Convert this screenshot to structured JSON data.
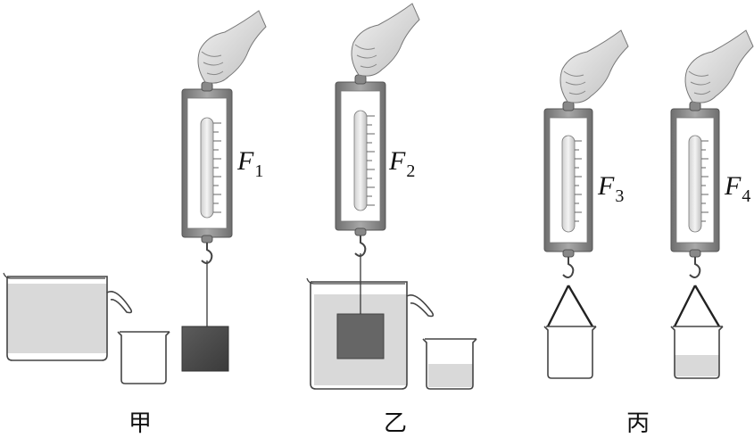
{
  "forces": [
    {
      "symbol": "F",
      "subscript": "1"
    },
    {
      "symbol": "F",
      "subscript": "2"
    },
    {
      "symbol": "F",
      "subscript": "3"
    },
    {
      "symbol": "F",
      "subscript": "4"
    }
  ],
  "panels": [
    {
      "label": "甲"
    },
    {
      "label": "乙"
    },
    {
      "label": "丙"
    }
  ],
  "colors": {
    "outline": "#444444",
    "scale_frame": "#8a8a8a",
    "scale_face": "#ffffff",
    "water": "#d9d9d9",
    "block": "#4a4a4a",
    "hand": "#e6e6e6"
  }
}
